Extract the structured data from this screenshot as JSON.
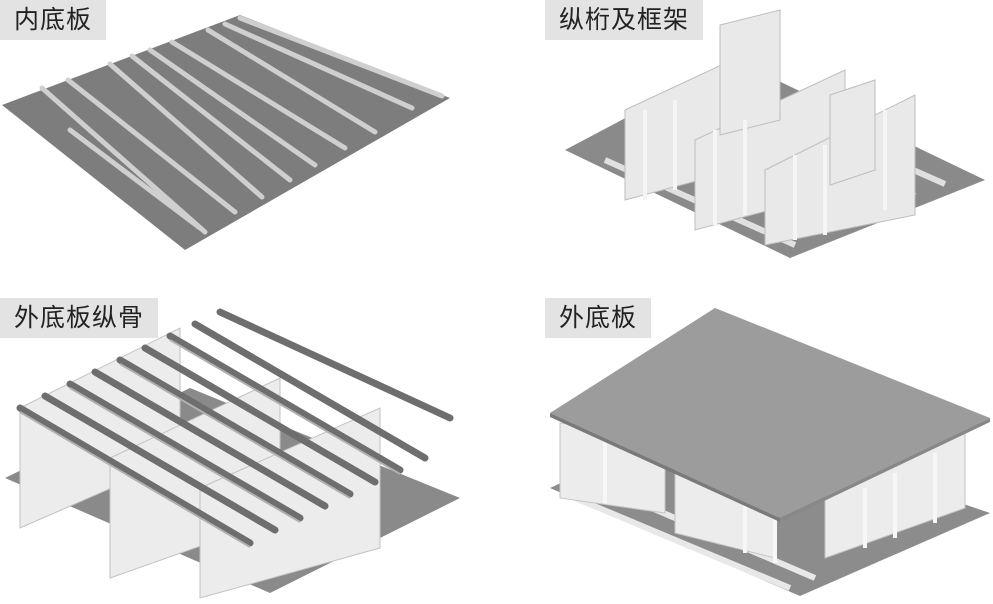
{
  "figure": {
    "panels": [
      {
        "id": "inner-bottom-plate",
        "label": "内底板",
        "position": "top-left"
      },
      {
        "id": "longitudinal-girders-and-frames",
        "label": "纵桁及框架",
        "position": "top-right"
      },
      {
        "id": "bottom-shell-longitudinals",
        "label": "外底板纵骨",
        "position": "bottom-left"
      },
      {
        "id": "outer-bottom-plate",
        "label": "外底板",
        "position": "bottom-right"
      }
    ],
    "colors": {
      "label_bg": "#e3e3e3",
      "plate_dark": "#7a7a7a",
      "plate_mid": "#9a9a9a",
      "stiffener_light": "#d8d8d8",
      "frame_light": "#e6e6e6"
    }
  }
}
